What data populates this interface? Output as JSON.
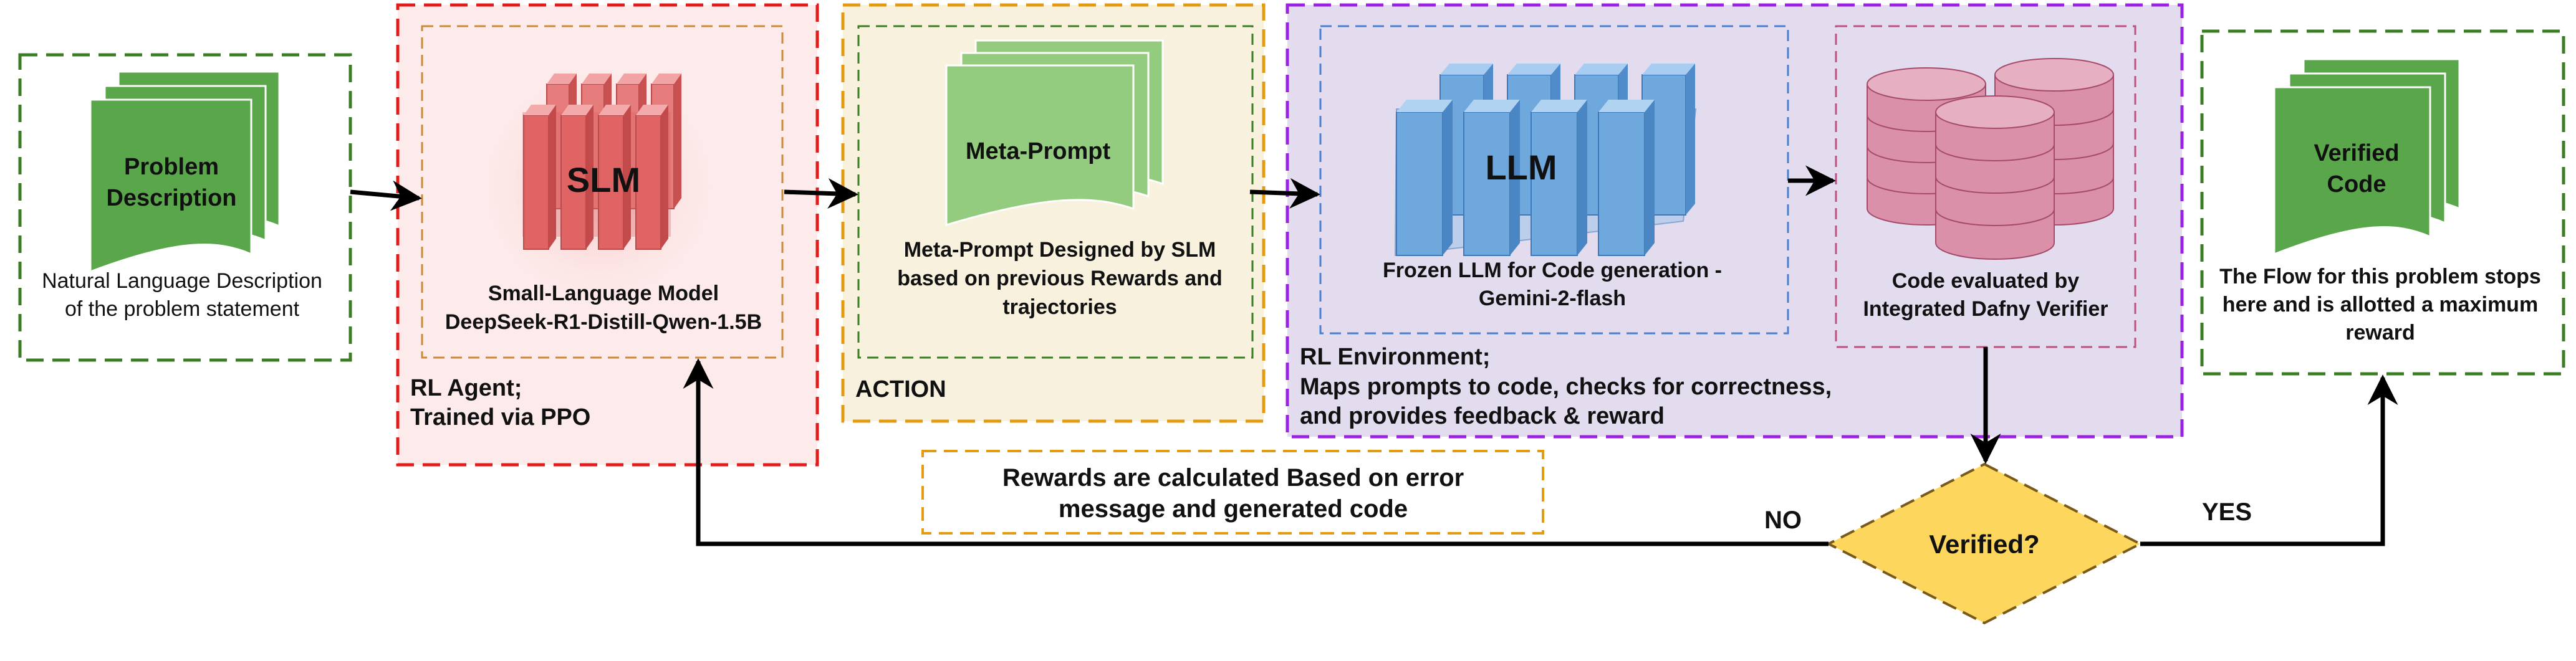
{
  "problem": {
    "doc_line1": "Problem",
    "doc_line2": "Description",
    "desc_line1": "Natural Language Description",
    "desc_line2": "of the problem statement"
  },
  "agent": {
    "icon_label": "SLM",
    "model_line1": "Small-Language Model",
    "model_line2": "DeepSeek-R1-Distill-Qwen-1.5B",
    "caption_line1": "RL Agent;",
    "caption_line2": "Trained via PPO"
  },
  "action": {
    "doc_label": "Meta-Prompt",
    "desc_line1": "Meta-Prompt Designed by SLM",
    "desc_line2": "based on previous Rewards and",
    "desc_line3": "trajectories",
    "caption": "ACTION"
  },
  "environment": {
    "llm_label": "LLM",
    "llm_line1": "Frozen LLM for Code generation -",
    "llm_line2": "Gemini-2-flash",
    "verifier_line1": "Code evaluated by",
    "verifier_line2": "Integrated Dafny Verifier",
    "caption_line1": "RL Environment;",
    "caption_line2": "Maps prompts to code, checks for correctness,",
    "caption_line3": "and provides feedback & reward"
  },
  "reward": {
    "line1": "Rewards are calculated Based on error",
    "line2": "message and generated code"
  },
  "decision": {
    "label": "Verified?",
    "no_label": "NO",
    "yes_label": "YES"
  },
  "output": {
    "doc_line1": "Verified",
    "doc_line2": "Code",
    "desc_line1": "The Flow for this problem stops",
    "desc_line2": "here and is allotted a maximum",
    "desc_line3": "reward"
  },
  "colors": {
    "green_dash": "#3a7d22",
    "red_dash": "#e31b1b",
    "orange_dash": "#e39b12",
    "purple_dash": "#9b22e3",
    "blue_dash": "#4a7fd0",
    "pink_dash": "#c0517f",
    "agent_fill": "#fdeaea",
    "action_fill": "#f7f1de",
    "env_fill": "#e2dcee",
    "doc_green": "#5aa64a",
    "slm_red": "#e06464",
    "llm_blue": "#6fa8dc",
    "db_pink": "#d990a8",
    "diamond_yellow": "#fdd75d"
  }
}
